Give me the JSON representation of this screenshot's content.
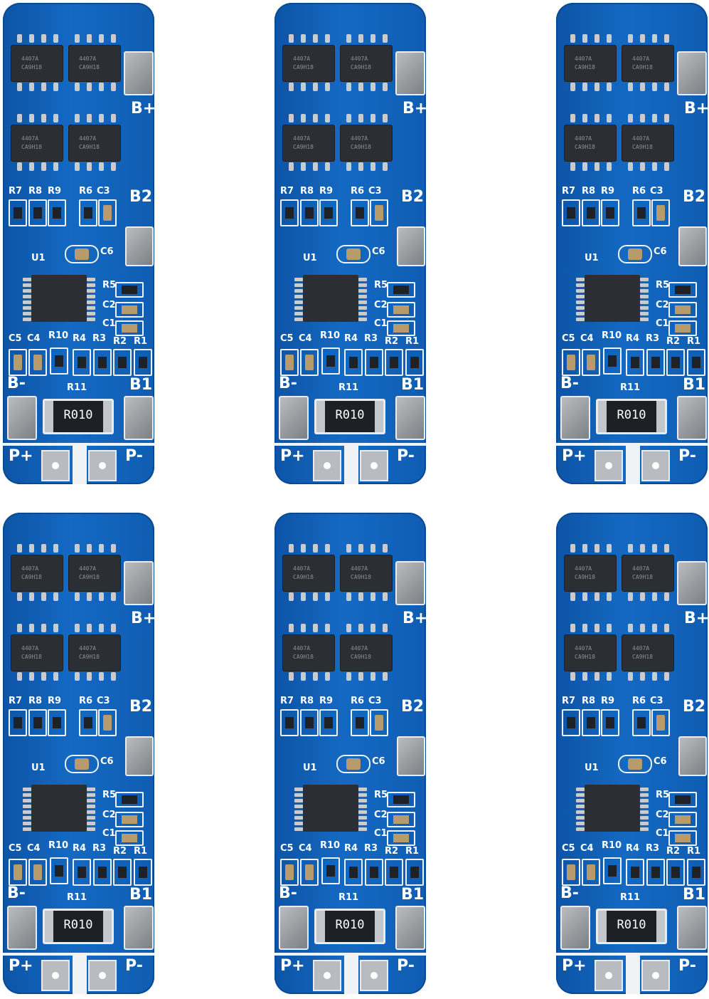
{
  "colors": {
    "pcb": "#1469c2",
    "silkscreen": "#ffffff",
    "chip": "#2b2f33",
    "pad": "#b9bdc0"
  },
  "board_labels": {
    "b_plus": "B+",
    "b2": "B2",
    "b_minus": "B-",
    "b1": "B1",
    "p_plus": "P+",
    "p_minus": "P-",
    "r7": "R7",
    "r8": "R8",
    "r9": "R9",
    "r6": "R6",
    "c3": "C3",
    "c6": "C6",
    "u1": "U1",
    "r5": "R5",
    "c2": "C2",
    "c1": "C1",
    "c5": "C5",
    "c4": "C4",
    "r10": "R10",
    "r4": "R4",
    "r3": "R3",
    "r2": "R2",
    "r1": "R1",
    "r11": "R11",
    "shunt_marking": "R010",
    "mosfet_part": "4407A",
    "mosfet_lot": "CA9H18"
  },
  "boards": [
    {
      "id": "board-1"
    },
    {
      "id": "board-2"
    },
    {
      "id": "board-3"
    },
    {
      "id": "board-4"
    },
    {
      "id": "board-5"
    },
    {
      "id": "board-6"
    }
  ]
}
